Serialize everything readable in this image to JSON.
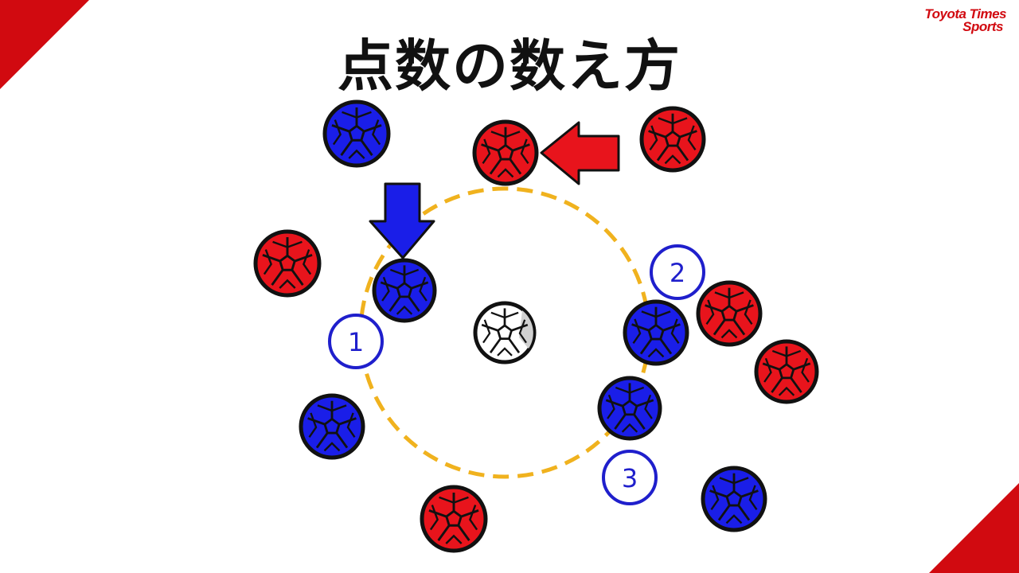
{
  "title": "点数の数え方",
  "brand": {
    "line1": "Toyota Times",
    "line2": "Sports"
  },
  "colors": {
    "accent_red": "#d10a10",
    "team_red": "#e8141c",
    "team_blue": "#1a1ee8",
    "jack_white": "#ffffff",
    "ring": "#f0b21e",
    "label_blue": "#1f1fcc",
    "outline": "#111111"
  },
  "labels": {
    "one": "1",
    "two": "2",
    "three": "3"
  },
  "icons": {
    "red_ball": "red-ball-icon",
    "blue_ball": "blue-ball-icon",
    "jack_ball": "jack-ball-icon",
    "red_arrow": "left-arrow-icon",
    "blue_arrow": "down-arrow-icon"
  }
}
